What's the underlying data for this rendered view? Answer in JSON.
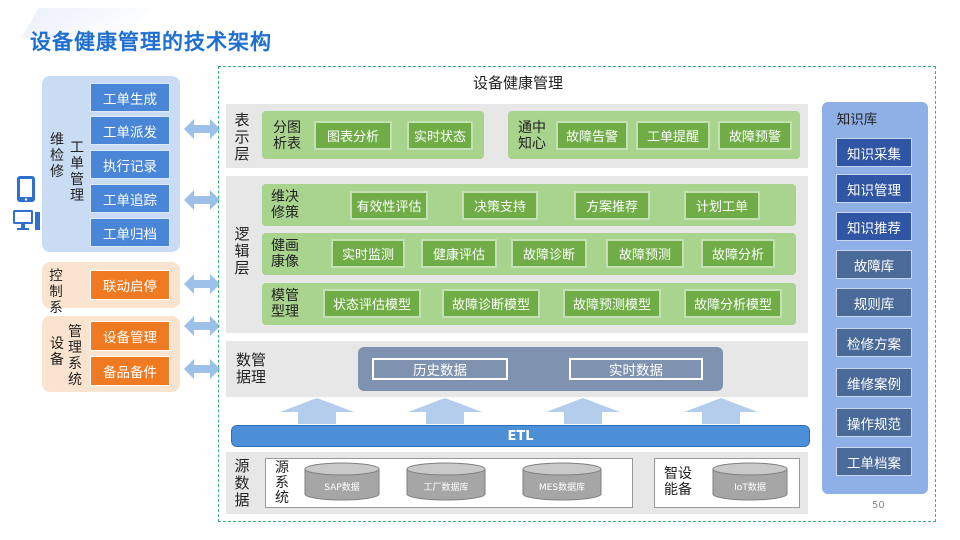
{
  "title": "设备健康管理的技术架构",
  "main_title": "设备健康管理",
  "left": {
    "maintenance": {
      "label": "维检修",
      "sublabel": "工单管理",
      "items": [
        "工单生成",
        "工单派发",
        "执行记录",
        "工单追踪",
        "工单归档"
      ]
    },
    "control": {
      "label": "控制系统",
      "items": [
        "联动启停"
      ]
    },
    "equipment": {
      "label": "设备",
      "sublabel": "管理系统",
      "items": [
        "设备管理",
        "备品备件"
      ]
    }
  },
  "presentation": {
    "label": "表示层",
    "groups": [
      {
        "label": "分图析表",
        "items": [
          "图表分析",
          "实时状态"
        ]
      },
      {
        "label": "通中知心",
        "items": [
          "故障告警",
          "工单提醒",
          "故障预警"
        ]
      }
    ]
  },
  "logic": {
    "label": "逻辑层",
    "rows": [
      {
        "label": "维决修策",
        "items": [
          "有效性评估",
          "决策支持",
          "方案推荐",
          "计划工单"
        ]
      },
      {
        "label": "健画康像",
        "items": [
          "实时监测",
          "健康评估",
          "故障诊断",
          "故障预测",
          "故障分析"
        ]
      },
      {
        "label": "模管型理",
        "items": [
          "状态评估模型",
          "故障诊断模型",
          "故障预测模型",
          "故障分析模型"
        ]
      }
    ]
  },
  "data_mgmt": {
    "label": "数管据理",
    "items": [
      "历史数据",
      "实时数据"
    ]
  },
  "etl": "ETL",
  "source": {
    "label": "源数据",
    "system": {
      "label": "源系统",
      "items": [
        "SAP数据",
        "工厂数据库",
        "MES数据库"
      ]
    },
    "smart": {
      "label": "智设能备",
      "items": [
        "IoT数据"
      ]
    }
  },
  "knowledge": {
    "label": "知识库",
    "items": [
      "知识采集",
      "知识管理",
      "知识推荐",
      "故障库",
      "规则库",
      "检修方案",
      "维修案例",
      "操作规范",
      "工单档案"
    ]
  },
  "page_number": "50",
  "colors": {
    "green": "#70ad47",
    "blue": "#4a86d8",
    "orange": "#ef7a22",
    "navy": "#2f55a4",
    "steel": "#4a6a9a"
  }
}
